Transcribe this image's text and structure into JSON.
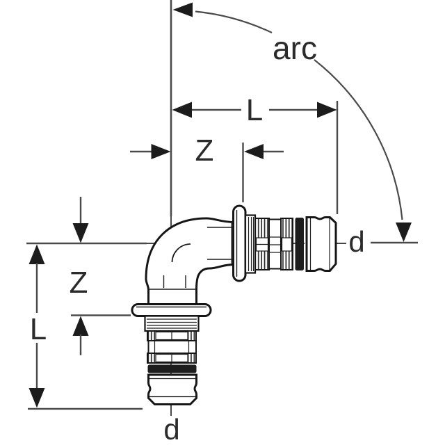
{
  "figure": {
    "kind": "technical-dimension-drawing",
    "subject": "90-degree elbow press fitting with two press sleeve ends",
    "labels": {
      "arc": "arc",
      "l_horizontal": "L",
      "z_horizontal": "Z",
      "d_right": "d",
      "z_vertical": "Z",
      "l_vertical": "L",
      "d_bottom": "d"
    },
    "colors": {
      "background": "#ffffff",
      "outline": "#161616",
      "dimension_line": "#4a4a4a",
      "arrow": "#1c1c1c",
      "label_text": "#2b2b2b",
      "seal_ring": "#1d1d1d"
    }
  }
}
